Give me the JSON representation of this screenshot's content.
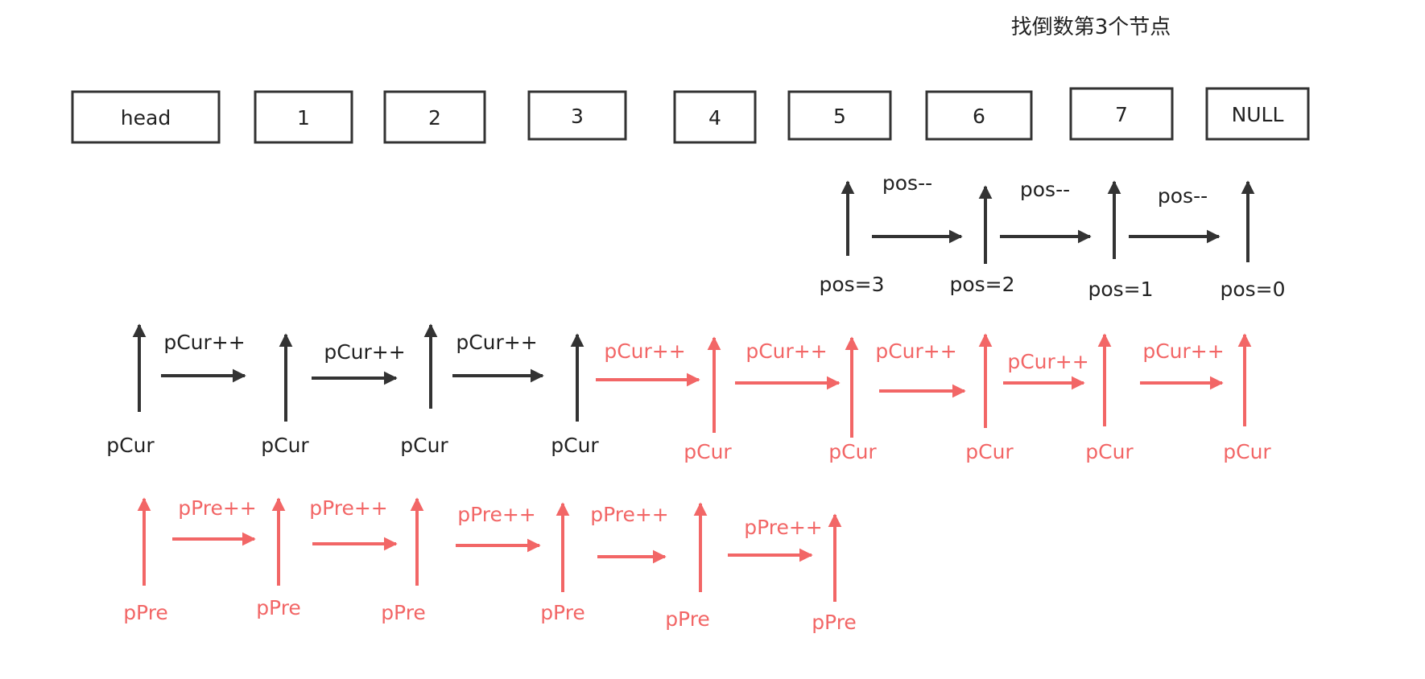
{
  "title": "找倒数第3个节点",
  "nodes": [
    "head",
    "1",
    "2",
    "3",
    "4",
    "5",
    "6",
    "7",
    "NULL"
  ],
  "pos_steps": {
    "markers": [
      "pos=3",
      "pos=2",
      "pos=1",
      "pos=0"
    ],
    "moves": [
      "pos--",
      "pos--",
      "pos--"
    ]
  },
  "pcur_steps": {
    "markers": [
      "pCur",
      "pCur",
      "pCur",
      "pCur",
      "pCur",
      "pCur",
      "pCur",
      "pCur",
      "pCur"
    ],
    "moves": [
      "pCur++",
      "pCur++",
      "pCur++",
      "pCur++",
      "pCur++",
      "pCur++",
      "pCur++",
      "pCur++"
    ]
  },
  "ppre_steps": {
    "markers": [
      "pPre",
      "pPre",
      "pPre",
      "pPre",
      "pPre",
      "pPre"
    ],
    "moves": [
      "pPre++",
      "pPre++",
      "pPre++",
      "pPre++",
      "pPre++"
    ]
  },
  "colors": {
    "ink": "#222222",
    "box_border": "#333333",
    "highlight": "#f26666"
  }
}
